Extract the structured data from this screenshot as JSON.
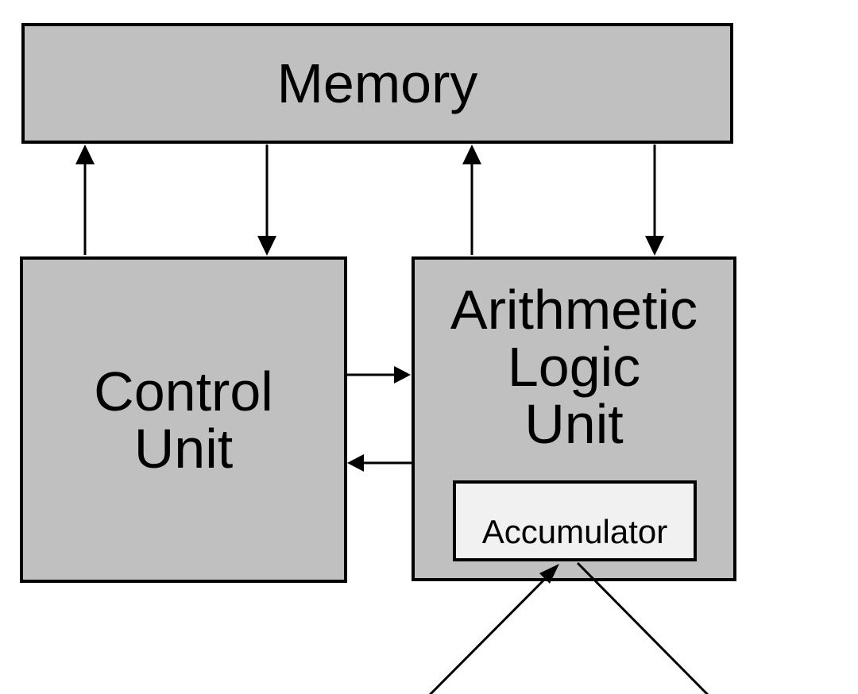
{
  "diagram": {
    "blocks": {
      "memory": {
        "label": "Memory"
      },
      "control_unit": {
        "label": "Control\nUnit"
      },
      "alu": {
        "label": "Arithmetic\nLogic\nUnit"
      },
      "accumulator": {
        "label": "Accumulator"
      }
    },
    "connections": [
      {
        "from": "control_unit",
        "to": "memory",
        "kind": "arrow"
      },
      {
        "from": "memory",
        "to": "control_unit",
        "kind": "arrow"
      },
      {
        "from": "alu",
        "to": "memory",
        "kind": "arrow"
      },
      {
        "from": "memory",
        "to": "alu",
        "kind": "arrow"
      },
      {
        "from": "control_unit",
        "to": "alu",
        "kind": "arrow"
      },
      {
        "from": "alu",
        "to": "control_unit",
        "kind": "arrow"
      },
      {
        "from": "external_bottom_left",
        "to": "accumulator",
        "kind": "arrow"
      },
      {
        "from": "accumulator",
        "to": "external_bottom_right",
        "kind": "line"
      }
    ]
  },
  "colors": {
    "background": "#ffffff",
    "block_fill": "#c0c0c0",
    "block_border": "#000000",
    "accumulator_fill": "#f1f1f1",
    "line": "#000000",
    "text": "#000000"
  }
}
